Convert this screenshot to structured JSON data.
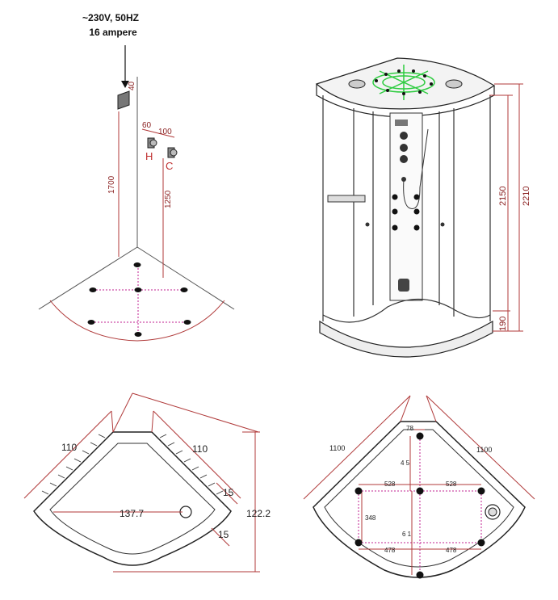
{
  "colors": {
    "line": "#222222",
    "dim": "#b03a3a",
    "dim_text": "#8a2020",
    "dashed": "#c02090",
    "hole": "#111111",
    "accent_green": "#2ecc40"
  },
  "wall_install": {
    "power_line1": "~230V, 50HZ",
    "power_line2": "16 ampere",
    "dim_40": "40",
    "dim_60": "60",
    "dim_100": "100",
    "hot_label": "H",
    "cold_label": "C",
    "dim_1700": "1700",
    "dim_1250": "1250"
  },
  "cabin_view": {
    "height_total": "2210",
    "height_cabin": "2150",
    "height_tray": "190"
  },
  "tray_top_view": {
    "side_left": "110",
    "side_right": "110",
    "diagonal": "137.7",
    "depth": "122.2",
    "offset_top": "15",
    "offset_bottom": "15"
  },
  "feet_plan": {
    "side_left": "1100",
    "side_right": "1100",
    "dim_78": "78",
    "dim_415": "4 5",
    "dim_528_left": "528",
    "dim_528_right": "528",
    "dim_348": "348",
    "dim_611": "6 1",
    "dim_478_left": "478",
    "dim_478_right": "478"
  }
}
